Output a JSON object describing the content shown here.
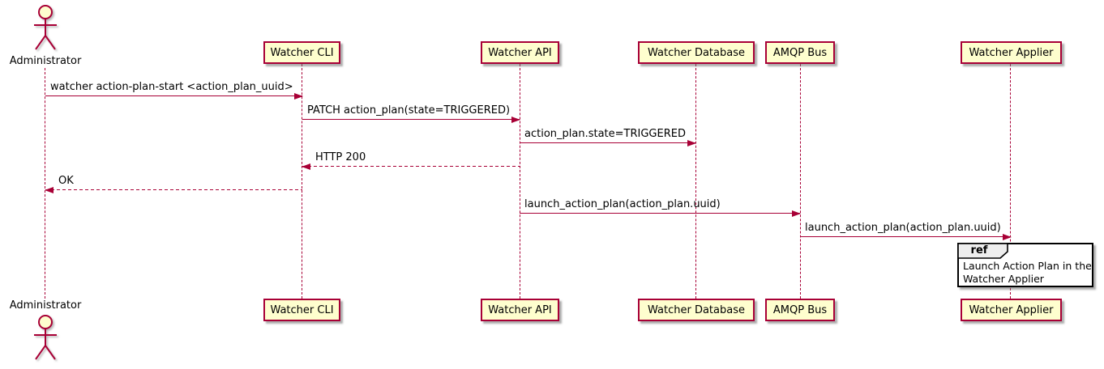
{
  "diagram": {
    "type": "uml-sequence",
    "colors": {
      "stroke": "#A80036",
      "participant_fill": "#FEFECE",
      "text_color": "#000000",
      "ref_border": "#000000",
      "ref_header_fill": "#EEEEEE"
    },
    "actor": {
      "label": "Administrator"
    },
    "participants": [
      {
        "label": "Watcher CLI"
      },
      {
        "label": "Watcher API"
      },
      {
        "label": "Watcher Database"
      },
      {
        "label": "AMQP Bus"
      },
      {
        "label": "Watcher Applier"
      }
    ],
    "messages": [
      {
        "from": "Administrator",
        "to": "Watcher CLI",
        "label": "watcher action-plan-start <action_plan_uuid>",
        "line": "solid"
      },
      {
        "from": "Watcher CLI",
        "to": "Watcher API",
        "label": "PATCH action_plan(state=TRIGGERED)",
        "line": "solid"
      },
      {
        "from": "Watcher API",
        "to": "Watcher Database",
        "label": "action_plan.state=TRIGGERED",
        "line": "solid"
      },
      {
        "from": "Watcher API",
        "to": "Watcher CLI",
        "label": "HTTP 200",
        "line": "dashed"
      },
      {
        "from": "Watcher CLI",
        "to": "Administrator",
        "label": "OK",
        "line": "dashed"
      },
      {
        "from": "Watcher API",
        "to": "AMQP Bus",
        "label": "launch_action_plan(action_plan.uuid)",
        "line": "solid"
      },
      {
        "from": "AMQP Bus",
        "to": "Watcher Applier",
        "label": "launch_action_plan(action_plan.uuid)",
        "line": "solid"
      }
    ],
    "ref": {
      "keyword": "ref",
      "lines": [
        "Launch Action Plan in the",
        "Watcher Applier"
      ]
    }
  }
}
